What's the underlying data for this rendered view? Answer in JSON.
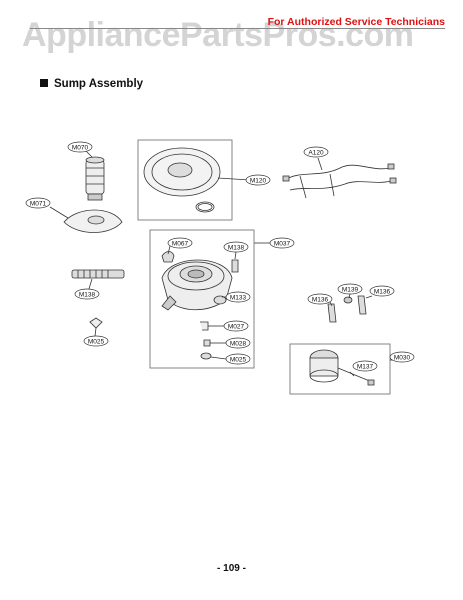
{
  "header": {
    "watermark": "AppliancePartsPros.com",
    "service_note": "For Authorized Service Technicians"
  },
  "section_title": "Sump Assembly",
  "page_number": "- 109 -",
  "callouts": {
    "m070": "M070",
    "m071": "M071",
    "m120": "M120",
    "a120": "A120",
    "m067": "M067",
    "m138_top": "M138",
    "m037": "M037",
    "m138_left": "M138",
    "m133": "M133",
    "m027": "M027",
    "m025_left": "M025",
    "m028": "M028",
    "m025_mid": "M025",
    "m139": "M139",
    "m136_l": "M136",
    "m136_r": "M136",
    "m030": "M030",
    "m137": "M137"
  }
}
